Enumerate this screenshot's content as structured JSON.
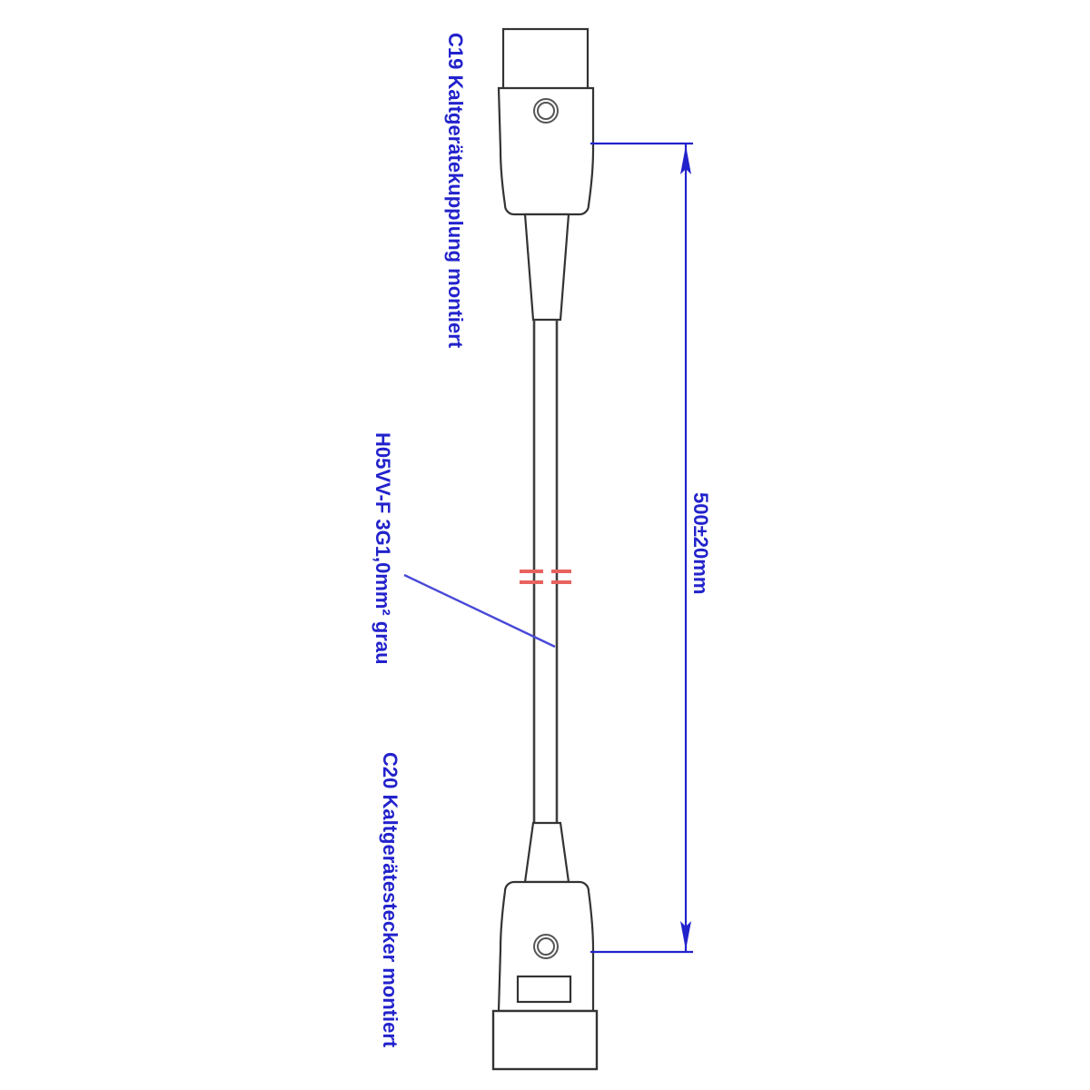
{
  "drawing": {
    "type": "technical-line-drawing",
    "subject": "power cord C19 to C20",
    "background_color": "#ffffff",
    "outline_color": "#333333",
    "annotation_color": "#2222cc",
    "break_mark_color": "#e8635f"
  },
  "labels": {
    "top_connector": "C19 Kaltgerätekupplung montiert",
    "cable": "H05VV-F 3G1,0mm² grau",
    "bottom_connector": "C20 Kaltgerätestecker montiert"
  },
  "dimension": {
    "value": "500±20mm",
    "nominal": 500,
    "tolerance": 20,
    "unit": "mm",
    "arrow_style": "outward-arrows",
    "orientation": "vertical"
  },
  "cable": {
    "break_marks": 2,
    "break_symbol": "dashed-double-line"
  }
}
